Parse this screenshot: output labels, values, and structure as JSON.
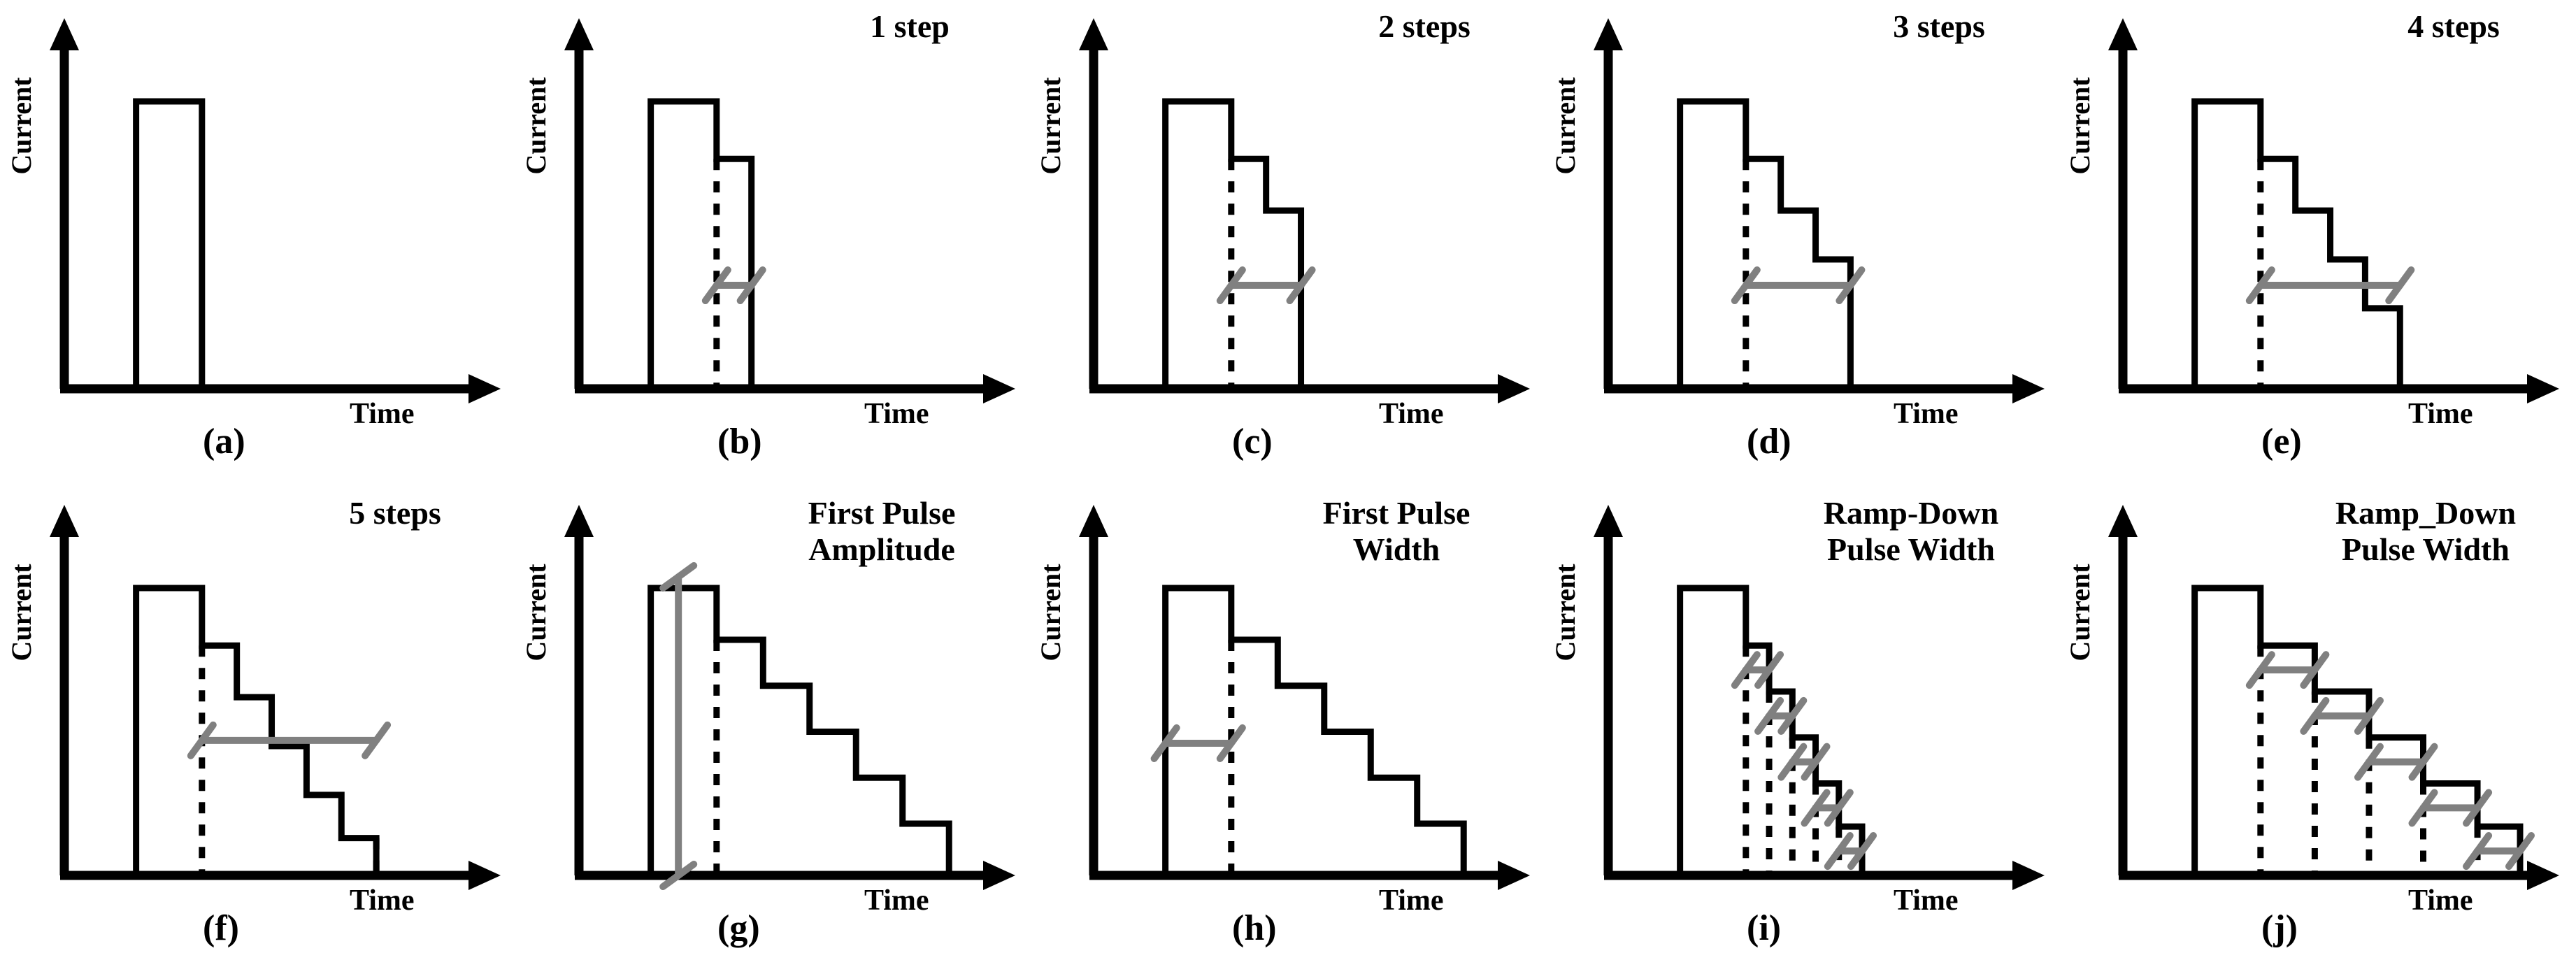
{
  "figure": {
    "axis_labels": {
      "y": "Current",
      "x": "Time"
    },
    "colors": {
      "stroke": "#000000",
      "annotation": "#808080",
      "background": "#ffffff"
    }
  },
  "panels": [
    {
      "id": "a",
      "label": "(a)",
      "note": "",
      "steps": 0,
      "ylabel": "Current",
      "xlabel": "Time"
    },
    {
      "id": "b",
      "label": "(b)",
      "note": "1 step",
      "steps": 1,
      "ylabel": "Current",
      "xlabel": "Time"
    },
    {
      "id": "c",
      "label": "(c)",
      "note": "2 steps",
      "steps": 2,
      "ylabel": "Current",
      "xlabel": "Time"
    },
    {
      "id": "d",
      "label": "(d)",
      "note": "3 steps",
      "steps": 3,
      "ylabel": "Current",
      "xlabel": "Time"
    },
    {
      "id": "e",
      "label": "(e)",
      "note": "4 steps",
      "steps": 4,
      "ylabel": "Current",
      "xlabel": "Time"
    },
    {
      "id": "f",
      "label": "(f)",
      "note": "5 steps",
      "steps": 5,
      "ylabel": "Current",
      "xlabel": "Time"
    },
    {
      "id": "g",
      "label": "(g)",
      "note": "First Pulse\nAmplitude",
      "steps": 5,
      "ylabel": "Current",
      "xlabel": "Time"
    },
    {
      "id": "h",
      "label": "(h)",
      "note": "First Pulse\nWidth",
      "steps": 5,
      "ylabel": "Current",
      "xlabel": "Time"
    },
    {
      "id": "i",
      "label": "(i)",
      "note": "Ramp-Down\nPulse Width",
      "steps": 5,
      "ylabel": "Current",
      "xlabel": "Time"
    },
    {
      "id": "j",
      "label": "(j)",
      "note": "Ramp_Down\nPulse Width",
      "steps": 5,
      "ylabel": "Current",
      "xlabel": "Time"
    }
  ],
  "chart_data": {
    "type": "line",
    "title": "",
    "xlabel": "Time",
    "ylabel": "Current",
    "axis_ranges": {
      "x": [
        0,
        1
      ],
      "y": [
        0,
        1
      ]
    },
    "grid": false,
    "legend": "none",
    "description": "Ten schematic Current-vs-Time staircase waveforms illustrating ramp-down pulse parameters.",
    "panels": [
      {
        "id": "a",
        "note": "",
        "annotation": "none",
        "levels": [
          1.0
        ],
        "segment_times": [
          [
            0.16,
            0.33
          ]
        ]
      },
      {
        "id": "b",
        "note": "1 step",
        "annotation": "ramp-down pulse width (horizontal)",
        "levels": [
          1.0,
          0.8
        ],
        "segment_times": [
          [
            0.16,
            0.33
          ],
          [
            0.33,
            0.42
          ]
        ]
      },
      {
        "id": "c",
        "note": "2 steps",
        "annotation": "ramp-down total width (horizontal)",
        "levels": [
          1.0,
          0.8,
          0.62
        ],
        "segment_times": [
          [
            0.16,
            0.33
          ],
          [
            0.33,
            0.42
          ],
          [
            0.42,
            0.51
          ]
        ]
      },
      {
        "id": "d",
        "note": "3 steps",
        "annotation": "ramp-down total width (horizontal)",
        "levels": [
          1.0,
          0.8,
          0.62,
          0.45
        ],
        "segment_times": [
          [
            0.16,
            0.33
          ],
          [
            0.33,
            0.42
          ],
          [
            0.42,
            0.51
          ],
          [
            0.51,
            0.6
          ]
        ]
      },
      {
        "id": "e",
        "note": "4 steps",
        "annotation": "ramp-down total width (horizontal)",
        "levels": [
          1.0,
          0.8,
          0.62,
          0.45,
          0.28
        ],
        "segment_times": [
          [
            0.16,
            0.33
          ],
          [
            0.33,
            0.42
          ],
          [
            0.42,
            0.51
          ],
          [
            0.51,
            0.6
          ],
          [
            0.6,
            0.69
          ]
        ]
      },
      {
        "id": "f",
        "note": "5 steps",
        "annotation": "ramp-down total width (horizontal)",
        "levels": [
          1.0,
          0.8,
          0.62,
          0.45,
          0.28,
          0.13
        ],
        "segment_times": [
          [
            0.16,
            0.33
          ],
          [
            0.33,
            0.42
          ],
          [
            0.42,
            0.51
          ],
          [
            0.51,
            0.6
          ],
          [
            0.6,
            0.69
          ],
          [
            0.69,
            0.78
          ]
        ]
      },
      {
        "id": "g",
        "note": "First Pulse Amplitude",
        "annotation": "first pulse amplitude (vertical, baseline to first pulse top)",
        "levels": [
          1.0,
          0.82,
          0.66,
          0.5,
          0.34,
          0.18
        ],
        "segment_times": [
          [
            0.16,
            0.33
          ],
          [
            0.33,
            0.45
          ],
          [
            0.45,
            0.57
          ],
          [
            0.57,
            0.69
          ],
          [
            0.69,
            0.81
          ],
          [
            0.81,
            0.93
          ]
        ]
      },
      {
        "id": "h",
        "note": "First Pulse Width",
        "annotation": "first pulse width (horizontal, across first pulse)",
        "levels": [
          1.0,
          0.82,
          0.66,
          0.5,
          0.34,
          0.18
        ],
        "segment_times": [
          [
            0.16,
            0.33
          ],
          [
            0.33,
            0.45
          ],
          [
            0.45,
            0.57
          ],
          [
            0.57,
            0.69
          ],
          [
            0.69,
            0.81
          ],
          [
            0.81,
            0.93
          ]
        ]
      },
      {
        "id": "i",
        "note": "Ramp-Down Pulse Width",
        "annotation": "per-step ramp-down pulse width (narrow), one arrow per step",
        "levels": [
          1.0,
          0.8,
          0.64,
          0.48,
          0.32,
          0.17
        ],
        "segment_times": [
          [
            0.16,
            0.33
          ],
          [
            0.33,
            0.39
          ],
          [
            0.39,
            0.45
          ],
          [
            0.45,
            0.51
          ],
          [
            0.51,
            0.57
          ],
          [
            0.57,
            0.63
          ]
        ]
      },
      {
        "id": "j",
        "note": "Ramp_Down Pulse Width",
        "annotation": "per-step ramp-down pulse width (wide), one arrow per step",
        "levels": [
          1.0,
          0.8,
          0.64,
          0.48,
          0.32,
          0.17
        ],
        "segment_times": [
          [
            0.16,
            0.33
          ],
          [
            0.33,
            0.47
          ],
          [
            0.47,
            0.61
          ],
          [
            0.61,
            0.75
          ],
          [
            0.75,
            0.89
          ],
          [
            0.89,
            1.0
          ]
        ]
      }
    ]
  }
}
